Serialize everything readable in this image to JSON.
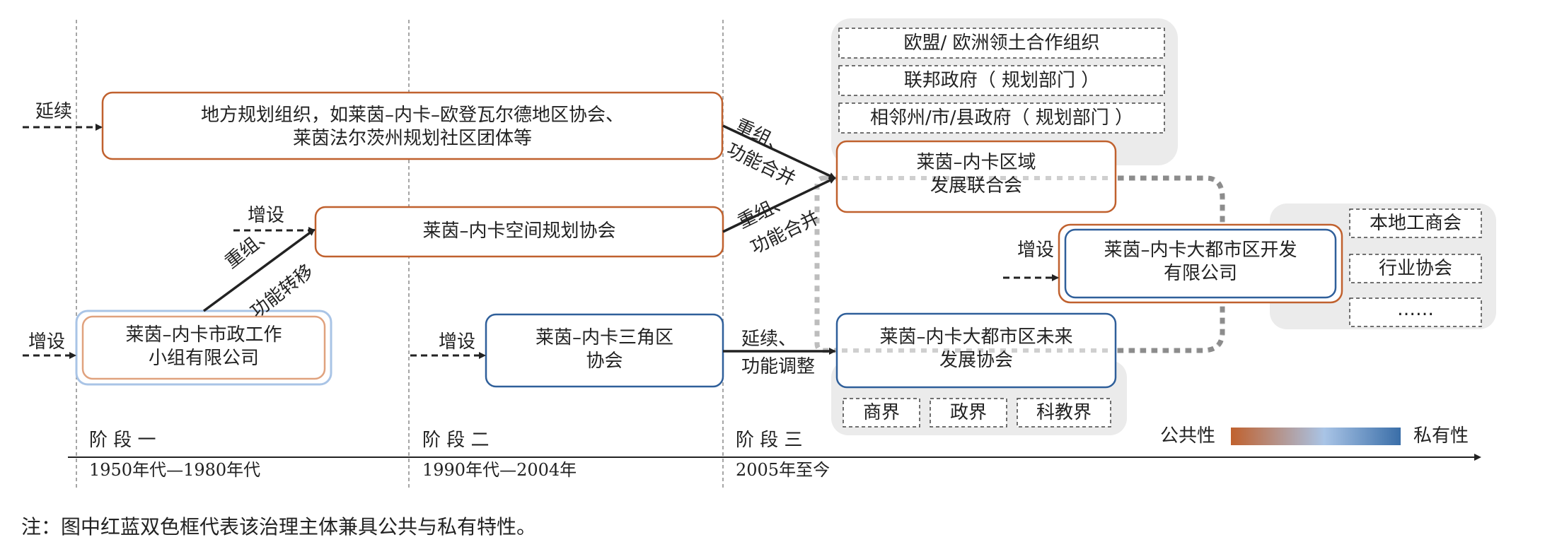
{
  "stages": [
    {
      "name": "阶 段 一",
      "period": "1950年代—1980年代"
    },
    {
      "name": "阶 段 二",
      "period": "1990年代—2004年"
    },
    {
      "name": "阶 段 三",
      "period": "2005年至今"
    }
  ],
  "nodes": {
    "regional_planning_orgs": {
      "line1": "地方规划组织，如莱茵–内卡–欧登瓦尔德地区协会、",
      "line2": "莱茵法尔茨州规划社区团体等"
    },
    "spatial_planning_assoc": {
      "line1": "莱茵–内卡空间规划协会"
    },
    "municipal_working_group": {
      "line1": "莱茵–内卡市政工作",
      "line2": "小组有限公司"
    },
    "triangle_assoc": {
      "line1": "莱茵–内卡三角区",
      "line2": "协会"
    },
    "regional_dev_union": {
      "line1": "莱茵–内卡区域",
      "line2": "发展联合会"
    },
    "metro_future_assoc": {
      "line1": "莱茵–内卡大都市区未来",
      "line2": "发展协会"
    },
    "metro_dev_company": {
      "line1": "莱茵–内卡大都市区开发",
      "line2": "有限公司"
    }
  },
  "gov_bodies": [
    "欧盟/ 欧洲领土合作组织",
    "联邦政府（ 规划部门 ）",
    "相邻州/市/县政府（ 规划部门 ）"
  ],
  "sectors": [
    "商界",
    "政界",
    "科教界"
  ],
  "business_groups": [
    "本地工商会",
    "行业协会",
    "……"
  ],
  "edge_labels": {
    "continue": "延续",
    "add_top": "增设",
    "add_left": "增设",
    "add_stage2": "增设",
    "add_company": "增设",
    "reorg_1": "重组、",
    "transfer": "功能转移",
    "reorg_2": "重组、",
    "merge_1": "功能合并",
    "reorg_3": "重组、",
    "merge_2": "功能合并",
    "continue_2": "延续、",
    "adjust": "功能调整"
  },
  "legend": {
    "public": "公共性",
    "private": "私有性",
    "public_color": "#c0612e",
    "mid_color": "#a9c4e6",
    "private_color": "#3a6ea8"
  },
  "note": "注：图中红蓝双色框代表该治理主体兼具公共与私有特性。",
  "colors": {
    "orange": "#c0612e",
    "blue": "#2f5f9a",
    "gray_panel": "#ebebeb"
  }
}
